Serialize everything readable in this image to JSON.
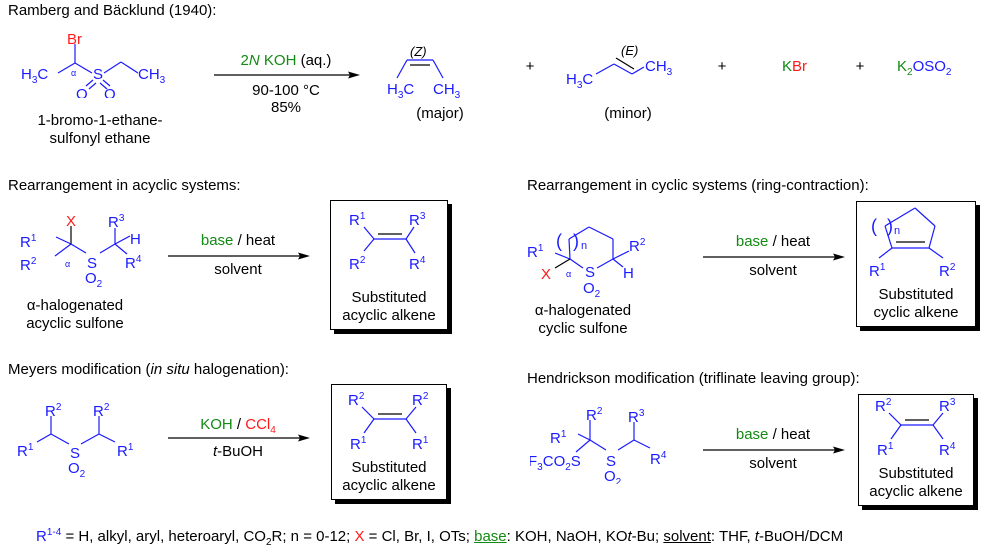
{
  "sections": {
    "original": {
      "heading": "Ramberg and Bäcklund (1940):",
      "reactant": {
        "atoms": {
          "Br": "Br",
          "H3C": "H3C",
          "S": "S",
          "O": "O",
          "CH3": "CH3",
          "alpha": "α"
        },
        "name_line1": "1-bromo-1-ethane-",
        "name_line2": "sulfonyl ethane"
      },
      "conditions": {
        "reagent_prefix": "2",
        "reagent_N": "N",
        "reagent_base": " KOH",
        "reagent_suffix": " (aq.)",
        "temperature": "90-100 °C",
        "yield": "85%"
      },
      "products": [
        {
          "stereo": "(Z)",
          "left": "H3C",
          "right": "CH3",
          "label": "(major)"
        },
        {
          "stereo": "(E)",
          "left": "H3C",
          "right": "CH3",
          "label": "(minor)"
        }
      ],
      "byproducts": {
        "kbr_k": "K",
        "kbr_br": "Br",
        "k2oso2_k": "K",
        "k2oso2_k_sub": "2",
        "k2oso2_rest": "OSO",
        "k2oso2_sub": "2"
      },
      "plus": "+"
    },
    "acyclic": {
      "heading": "Rearrangement in acyclic systems:",
      "reactant_label_line1": "α-halogenated",
      "reactant_label_line2": "acyclic sulfone",
      "conditions_top_base": "base",
      "conditions_top_rest": " / heat",
      "conditions_bottom": "solvent",
      "product_label_line1": "Substituted",
      "product_label_line2": "acyclic alkene"
    },
    "cyclic": {
      "heading": "Rearrangement in cyclic systems (ring-contraction):",
      "reactant_label_line1": "α-halogenated",
      "reactant_label_line2": "cyclic sulfone",
      "conditions_top_base": "base",
      "conditions_top_rest": " / heat",
      "conditions_bottom": "solvent",
      "product_label_line1": "Substituted",
      "product_label_line2": "cyclic alkene"
    },
    "meyers": {
      "heading_pre": "Meyers modification (",
      "heading_italic": "in situ",
      "heading_post": " halogenation):",
      "conditions_top_koh": "KOH",
      "conditions_top_sep": " / ",
      "conditions_top_ccl": "CCl",
      "conditions_top_sub": "4",
      "conditions_bottom_t": "t",
      "conditions_bottom_rest": "-BuOH",
      "product_label_line1": "Substituted",
      "product_label_line2": "acyclic alkene"
    },
    "hendrickson": {
      "heading": "Hendrickson modification (triflinate leaving group):",
      "conditions_top_base": "base",
      "conditions_top_rest": " / heat",
      "conditions_bottom": "solvent",
      "product_label_line1": "Substituted",
      "product_label_line2": "acyclic alkene"
    }
  },
  "footnote": {
    "r_label": "R",
    "r_sup": "1-4",
    "r_values": " = H, alkyl, aryl, heteroaryl, CO",
    "co2_sub": "2",
    "after_co2": "R; n = 0-12; ",
    "x_label": "X",
    "x_values": " = Cl, Br, I, OTs; ",
    "base_label": "base",
    "base_values": ": KOH, NaOH, KO",
    "base_t": "t",
    "base_end": "-Bu; ",
    "solvent_label": "solvent",
    "solvent_values": ": THF, ",
    "solvent_t": "t",
    "solvent_end": "-BuOH/DCM"
  },
  "colors": {
    "structure": "#1a1aff",
    "base": "#138a13",
    "halogen": "#ff1a1a",
    "text": "#000000"
  }
}
